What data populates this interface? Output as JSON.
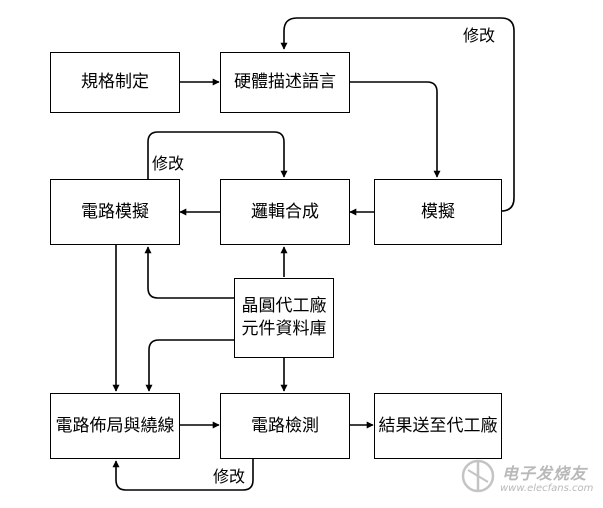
{
  "nodes": {
    "spec": "規格制定",
    "hdl": "硬體描述語言",
    "sim": "模擬",
    "synth": "邏輯合成",
    "circuit_sim": "電路模擬",
    "library_line1": "晶圓代工廠",
    "library_line2": "元件資料庫",
    "layout": "電路佈局與繞線",
    "check": "電路檢測",
    "foundry": "結果送至代工廠"
  },
  "labels": {
    "modify_top": "修改",
    "modify_mid": "修改",
    "modify_bottom": "修改"
  },
  "watermark": {
    "title": "电子发烧友",
    "url": "www.elecfans.com",
    "color": "#b9b9b9"
  }
}
